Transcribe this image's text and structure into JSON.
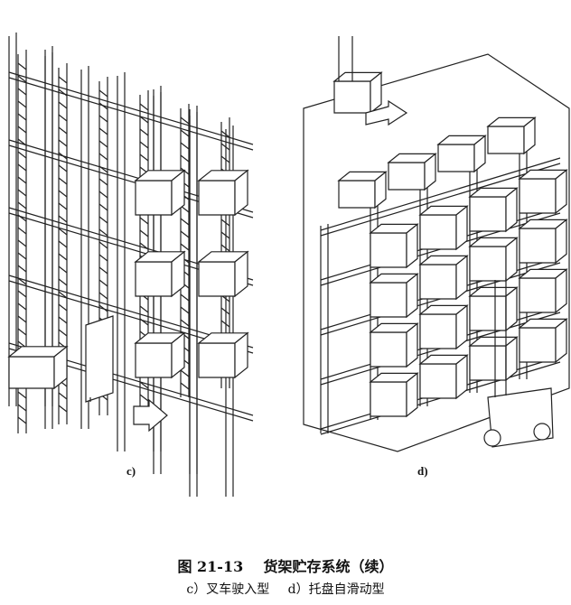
{
  "figure": {
    "number": "图 21-13",
    "title": "货架贮存系统（续）",
    "panels": [
      {
        "label": "c)",
        "caption": "c）叉车驶入型"
      },
      {
        "label": "d)",
        "caption": "d）托盘自滑动型"
      }
    ]
  }
}
